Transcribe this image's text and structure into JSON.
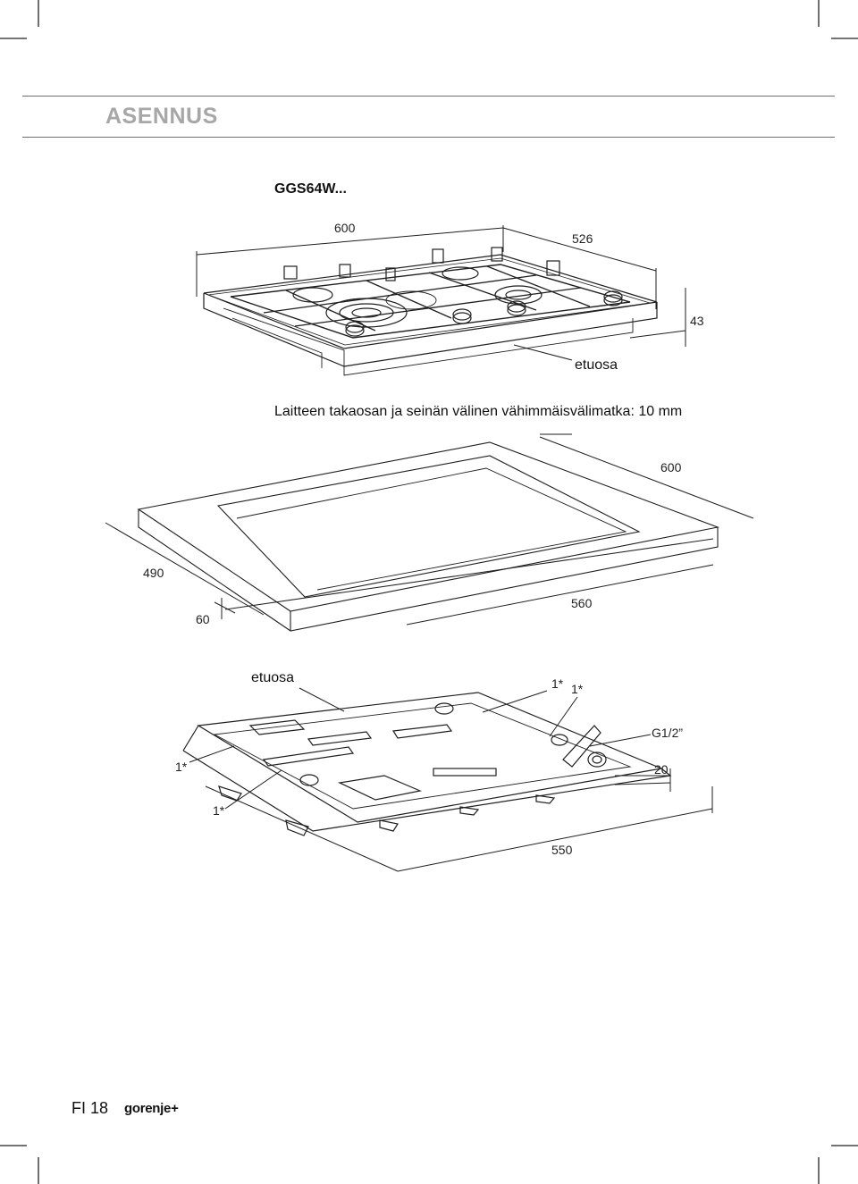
{
  "section_title": "ASENNUS",
  "model": "GGS64W...",
  "figure1": {
    "dim_width": "600",
    "dim_depth": "526",
    "dim_height": "43",
    "front_label": "etuosa"
  },
  "note": "Laitteen takaosan ja seinän välinen vähimmäisvälimatka: 10 mm",
  "figure2": {
    "dim_width": "600",
    "dim_depth": "490",
    "dim_offset": "60",
    "dim_cutout_width": "560"
  },
  "figure3": {
    "front_label": "etuosa",
    "marker_1": "1*",
    "marker_2": "1*",
    "marker_3": "1*",
    "marker_4": "1*",
    "thread": "G1/2”",
    "dim_height": "20",
    "dim_width": "550"
  },
  "footer": {
    "page": "FI 18",
    "brand": "gorenje+"
  }
}
